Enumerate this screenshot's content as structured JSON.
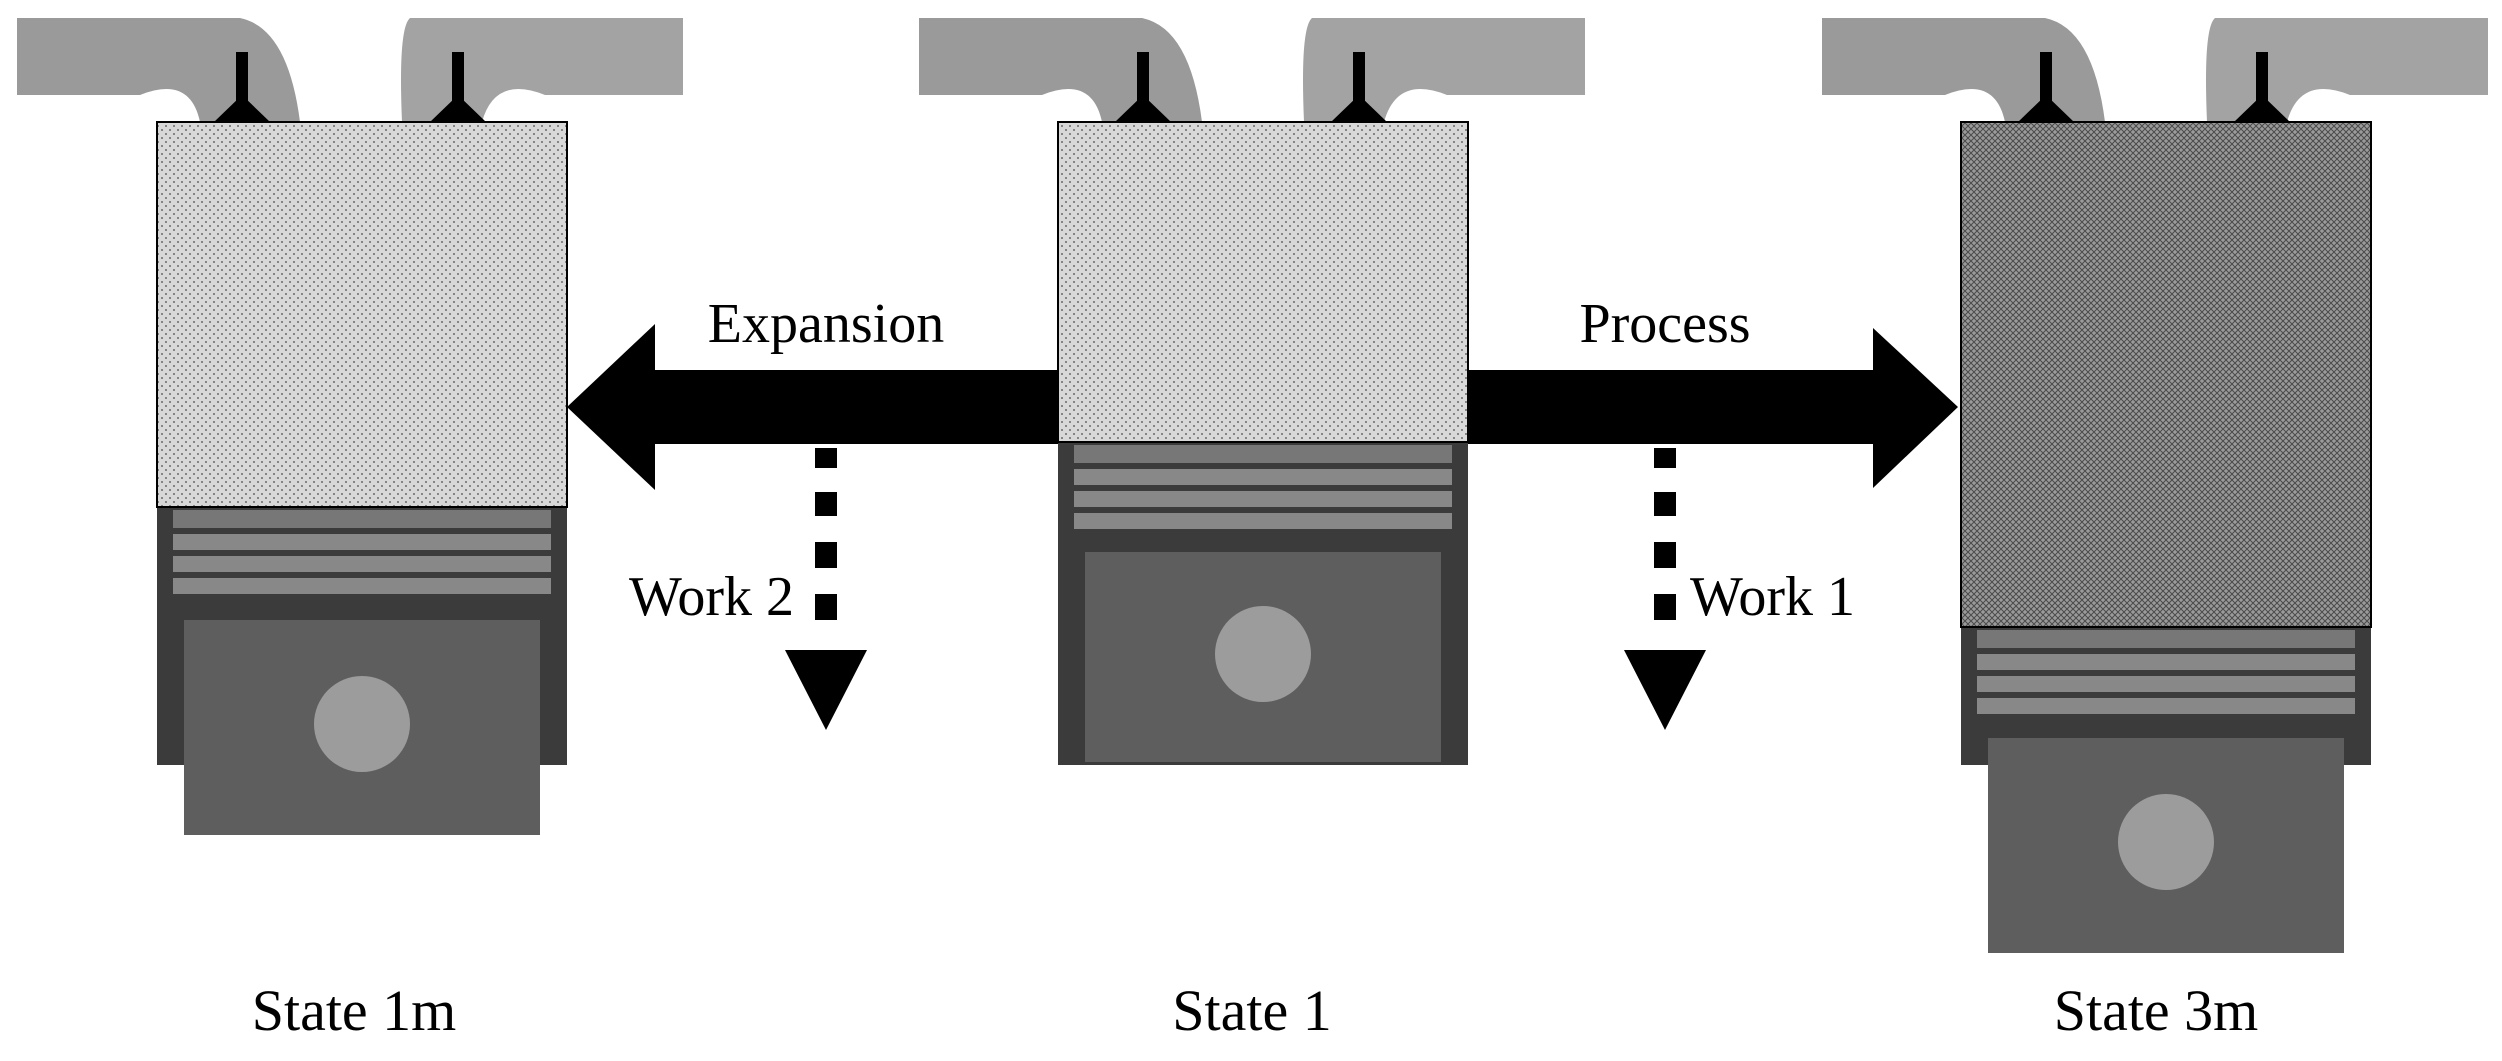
{
  "arrows": {
    "expansion_label": "Expansion",
    "process_label": "Process",
    "work_left_label": "Work 2",
    "work_right_label": "Work 1"
  },
  "states": [
    {
      "label": "State 1m",
      "gas_fill": "light-dotted"
    },
    {
      "label": "State 1",
      "gas_fill": "light-dotted"
    },
    {
      "label": "State 3m",
      "gas_fill": "dark-crosshatch"
    }
  ],
  "colors": {
    "manifold": "#9a9a9a",
    "cylinder_wall": "#3b3b3b",
    "piston": "#5e5e5e",
    "piston_ring": "#8a8a8a",
    "wrist_pin": "#9c9c9c",
    "gas_light": "#d8d8d8",
    "gas_dark": "#8c8c8c",
    "arrow": "#000000"
  }
}
